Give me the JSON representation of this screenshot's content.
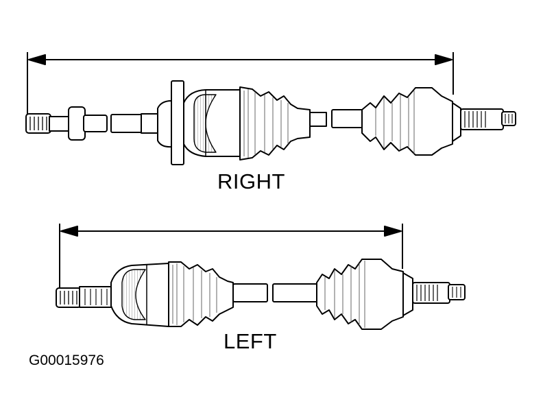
{
  "diagram": {
    "labels": {
      "right": "RIGHT",
      "left": "LEFT"
    },
    "figure_code": "G00015976",
    "colors": {
      "ink": "#000000",
      "background": "#ffffff",
      "hatch": "#7a7a7a"
    }
  }
}
